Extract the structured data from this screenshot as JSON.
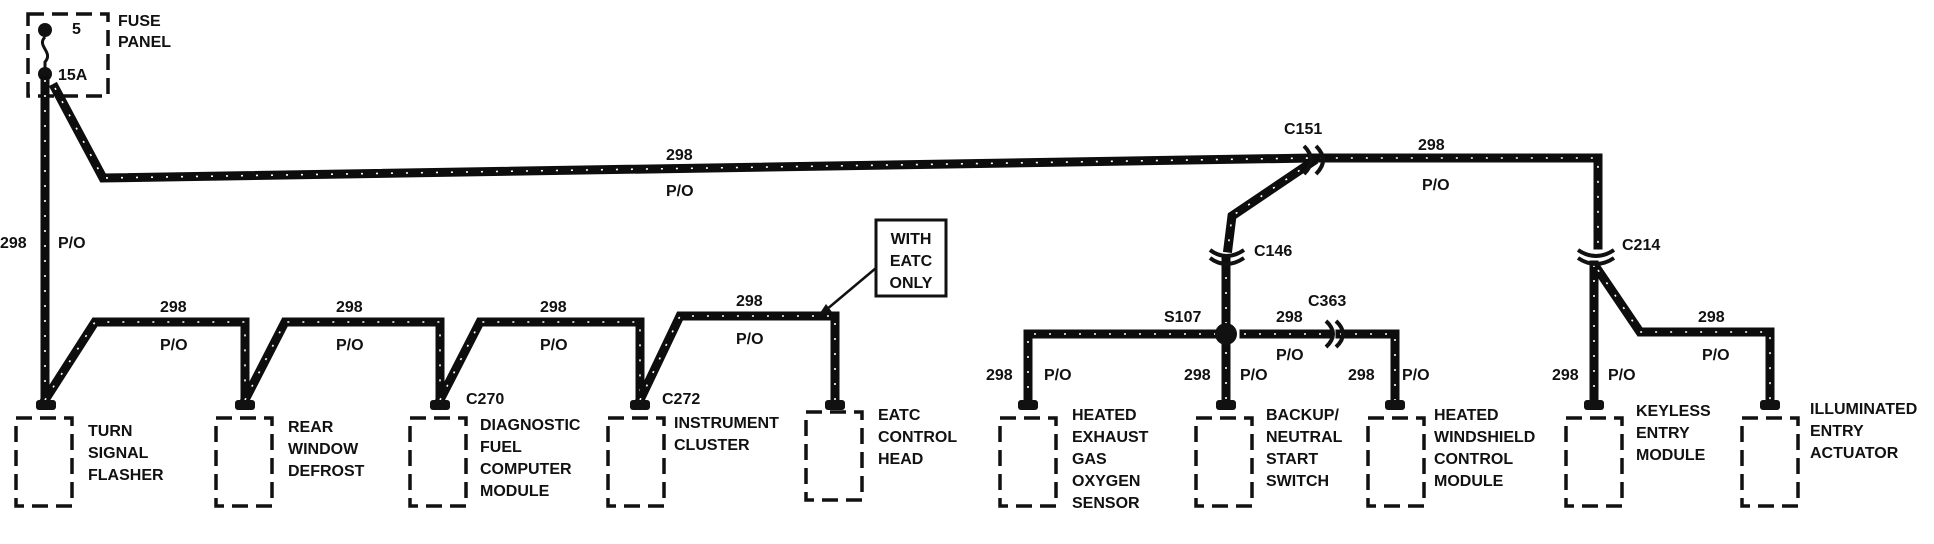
{
  "fuse": {
    "number": "5",
    "rating": "15A",
    "label_line1": "FUSE",
    "label_line2": "PANEL"
  },
  "wires": {
    "circuit": "298",
    "color": "P/O"
  },
  "connectors": {
    "c151": "C151",
    "c146": "C146",
    "c363": "C363",
    "c214": "C214",
    "c270": "C270",
    "c272": "C272",
    "s107": "S107"
  },
  "note": {
    "line1": "WITH",
    "line2": "EATC",
    "line3": "ONLY"
  },
  "components": {
    "turn_signal": [
      "TURN",
      "SIGNAL",
      "FLASHER"
    ],
    "rear_defrost": [
      "REAR",
      "WINDOW",
      "DEFROST"
    ],
    "dfcm": [
      "DIAGNOSTIC",
      "FUEL",
      "COMPUTER",
      "MODULE"
    ],
    "cluster": [
      "INSTRUMENT",
      "CLUSTER"
    ],
    "eatc": [
      "EATC",
      "CONTROL",
      "HEAD"
    ],
    "ego": [
      "HEATED",
      "EXHAUST",
      "GAS",
      "OXYGEN",
      "SENSOR"
    ],
    "backup": [
      "BACKUP/",
      "NEUTRAL",
      "START",
      "SWITCH"
    ],
    "windshield": [
      "HEATED",
      "WINDSHIELD",
      "CONTROL",
      "MODULE"
    ],
    "keyless": [
      "KEYLESS",
      "ENTRY",
      "MODULE"
    ],
    "illuminated": [
      "ILLUMINATED",
      "ENTRY",
      "ACTUATOR"
    ]
  },
  "colors": {
    "ink": "#0d0d0d",
    "paper": "#ffffff"
  }
}
